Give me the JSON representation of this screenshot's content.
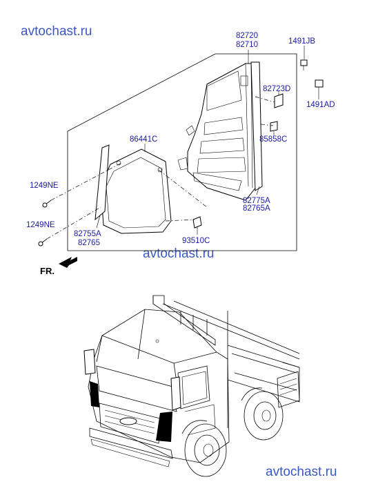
{
  "watermark": {
    "text": "avtochast.ru",
    "color": "#3b57c4"
  },
  "part_label_color": "#1a1aa6",
  "orientation_label": "FR.",
  "labels": {
    "p82720": "82720",
    "p82710": "82710",
    "p1491JB": "1491JB",
    "p82723D": "82723D",
    "p1491AD": "1491AD",
    "p86441C": "86441C",
    "p85858C": "85858C",
    "p1249NE_a": "1249NE",
    "p1249NE_b": "1249NE",
    "p82775A": "82775A",
    "p82765A": "82765A",
    "p82755A": "82755A",
    "p82765": "82765",
    "p93510C": "93510C"
  }
}
